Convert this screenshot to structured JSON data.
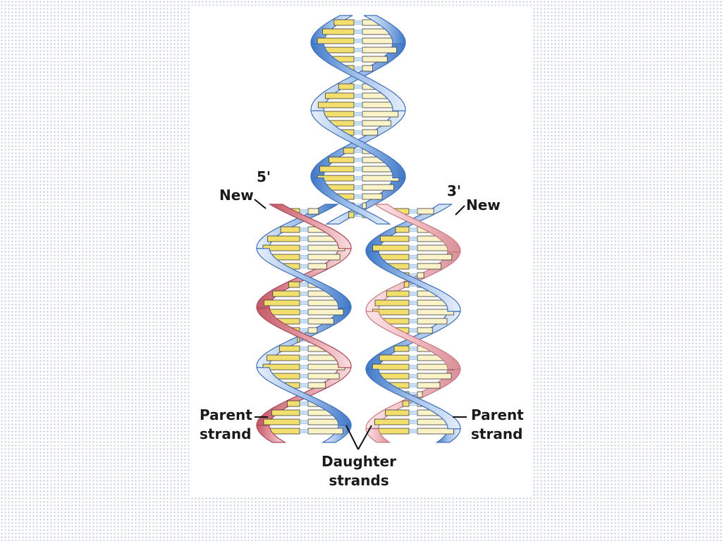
{
  "labels": {
    "five_prime": "5'",
    "three_prime": "3'",
    "new_left": "New",
    "new_right": "New",
    "parent_left_line1": "Parent",
    "parent_left_line2": "strand",
    "parent_right_line1": "Parent",
    "parent_right_line2": "strand",
    "daughter_line1": "Daughter",
    "daughter_line2": "strands"
  },
  "colors": {
    "parent_strand": "#5b8fd6",
    "new_strand": "#d9868f",
    "base_pair": "#f2df6e",
    "hydrogen_bond": "#7fb1e3"
  }
}
